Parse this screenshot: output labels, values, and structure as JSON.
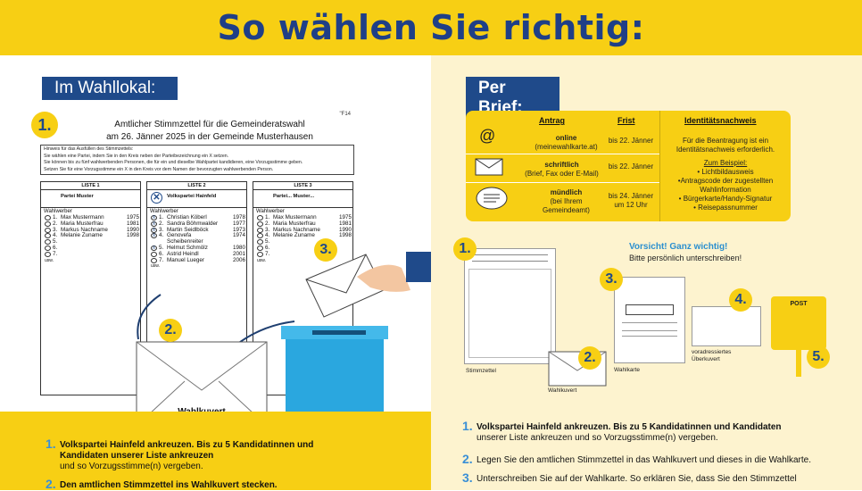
{
  "title": "So wählen Sie richtig:",
  "left": {
    "tag": "Im Wahllokal:",
    "ballot": {
      "code": "\"F14",
      "title_line1": "Amtlicher Stimmzettel für die Gemeinderatswahl",
      "title_line2": "am 26. Jänner 2025 in der Gemeinde Musterhausen",
      "hint": [
        "Hinweis für das Ausfüllen des Stimmzettels:",
        "Sie wählen eine Partei, indem Sie in den Kreis neben der Parteibezeichnung ein X setzen.",
        "Sie können bis zu fünf wahlwerbenden Personen, die für ein und dieselbe Wahlpartei kandidieren, eine Vorzugsstimme geben.",
        "Setzen Sie für eine Vorzugsstimme ein X in den Kreis vor dem Namen der bevorzugten wahlwerbenden Person."
      ],
      "lists": [
        {
          "header": "LISTE 1",
          "party": "Partei Muster",
          "label": "Wahlwerber",
          "usw": "usw.",
          "rows": [
            {
              "n": "1.",
              "name": "Max Mustermann",
              "year": "1975",
              "mark": ""
            },
            {
              "n": "2.",
              "name": "Maria Musterfrau",
              "year": "1981",
              "mark": ""
            },
            {
              "n": "3.",
              "name": "Markus Nachname",
              "year": "1990",
              "mark": ""
            },
            {
              "n": "4.",
              "name": "Melanie Zuname",
              "year": "1998",
              "mark": ""
            },
            {
              "n": "5.",
              "name": "",
              "year": "",
              "mark": ""
            },
            {
              "n": "6.",
              "name": "",
              "year": "",
              "mark": ""
            },
            {
              "n": "7.",
              "name": "",
              "year": "",
              "mark": ""
            }
          ]
        },
        {
          "header": "LISTE 2",
          "party": "Volkspartei Hainfeld",
          "label": "Wahlwerber",
          "usw": "usw.",
          "rows": [
            {
              "n": "1.",
              "name": "Christian Köberl",
              "year": "1978",
              "mark": "X"
            },
            {
              "n": "2.",
              "name": "Sandra Böhmwalder",
              "year": "1977",
              "mark": "X"
            },
            {
              "n": "3.",
              "name": "Martin Seidlböck",
              "year": "1973",
              "mark": "X"
            },
            {
              "n": "4.",
              "name": "Genovefa Scheibenreiter",
              "year": "1974",
              "mark": "X"
            },
            {
              "n": "5.",
              "name": "Helmut Schmölz",
              "year": "1980",
              "mark": "X"
            },
            {
              "n": "6.",
              "name": "Astrid Heindl",
              "year": "2001",
              "mark": ""
            },
            {
              "n": "7.",
              "name": "Manuel Lueger",
              "year": "2006",
              "mark": ""
            }
          ]
        },
        {
          "header": "LISTE 3",
          "party": "Partei... Muster...",
          "label": "Wahlwerber",
          "usw": "usw.",
          "rows": [
            {
              "n": "1.",
              "name": "Max Mustermann",
              "year": "1975",
              "mark": ""
            },
            {
              "n": "2.",
              "name": "Maria Musterfrau",
              "year": "1981",
              "mark": ""
            },
            {
              "n": "3.",
              "name": "Markus Nachname",
              "year": "1990",
              "mark": ""
            },
            {
              "n": "4.",
              "name": "Melanie Zuname",
              "year": "1998",
              "mark": ""
            },
            {
              "n": "5.",
              "name": "",
              "year": "",
              "mark": ""
            },
            {
              "n": "6.",
              "name": "",
              "year": "",
              "mark": ""
            },
            {
              "n": "7.",
              "name": "",
              "year": "",
              "mark": ""
            }
          ]
        }
      ]
    },
    "badges": [
      "1.",
      "2.",
      "3."
    ],
    "envelope_label": "Wahlkuvert",
    "steps": [
      {
        "n": "1.",
        "bold": "Volkspartei Hainfeld ankreuzen. Bis zu 5 Kandidatinnen und Kandidaten unserer Liste ankreuzen",
        "text": "und so Vorzugsstimme(n) vergeben."
      },
      {
        "n": "2.",
        "bold": "Den amtlichen Stimmzettel ins Wahlkuvert stecken.",
        "text": ""
      }
    ]
  },
  "right": {
    "tag": "Per Brief:",
    "table": {
      "h_antrag": "Antrag",
      "h_frist": "Frist",
      "h_id": "Identitätsnachweis",
      "rows": [
        {
          "icon": "at-icon",
          "bold": "online",
          "sub": "(meinewahlkarte.at)",
          "frist": "bis 22. Jänner"
        },
        {
          "icon": "envelope-icon",
          "bold": "schriftlich",
          "sub": "(Brief, Fax oder E-Mail)",
          "frist": "bis 22. Jänner"
        },
        {
          "icon": "speech-bubble-icon",
          "bold": "mündlich",
          "sub": "(bei Ihrem Gemeindeamt)",
          "frist": "bis 24. Jänner um 12 Uhr"
        }
      ],
      "id_text": "Für die Beantragung ist ein Identitätsnachweis erforderlich.",
      "id_example": "Zum Beispiel:",
      "id_items": [
        "• Lichtbildausweis",
        "•Antragscode der zugestellten Wahlinformation",
        "• Bürgerkarte/Handy-Signatur",
        "• Reisepassnummer"
      ]
    },
    "warn_title": "Vorsicht! Ganz wichtig!",
    "warn_text": "Bitte persönlich unterschreiben!",
    "badges": [
      "1.",
      "2.",
      "3.",
      "4.",
      "5."
    ],
    "captions": {
      "stimmzettel": "Stimmzettel",
      "wahlkuvert": "Wahlkuvert",
      "wahlkarte": "Wahlkarte",
      "ueberkuvert": "voradressiertes Überkuvert",
      "post": "POST"
    },
    "steps": [
      {
        "n": "1.",
        "bold": "Volkspartei Hainfeld ankreuzen. Bis zu 5 Kandidatinnen und Kandidaten",
        "text": "unserer Liste ankreuzen und so Vorzugsstimme(n) vergeben."
      },
      {
        "n": "2.",
        "bold": "",
        "text": "Legen Sie den amtlichen Stimmzettel in das Wahlkuvert und dieses in die Wahlkarte."
      },
      {
        "n": "3.",
        "bold": "",
        "text": "Unterschreiben Sie auf der Wahlkarte. So erklären Sie, dass Sie den Stimmzettel"
      }
    ]
  }
}
